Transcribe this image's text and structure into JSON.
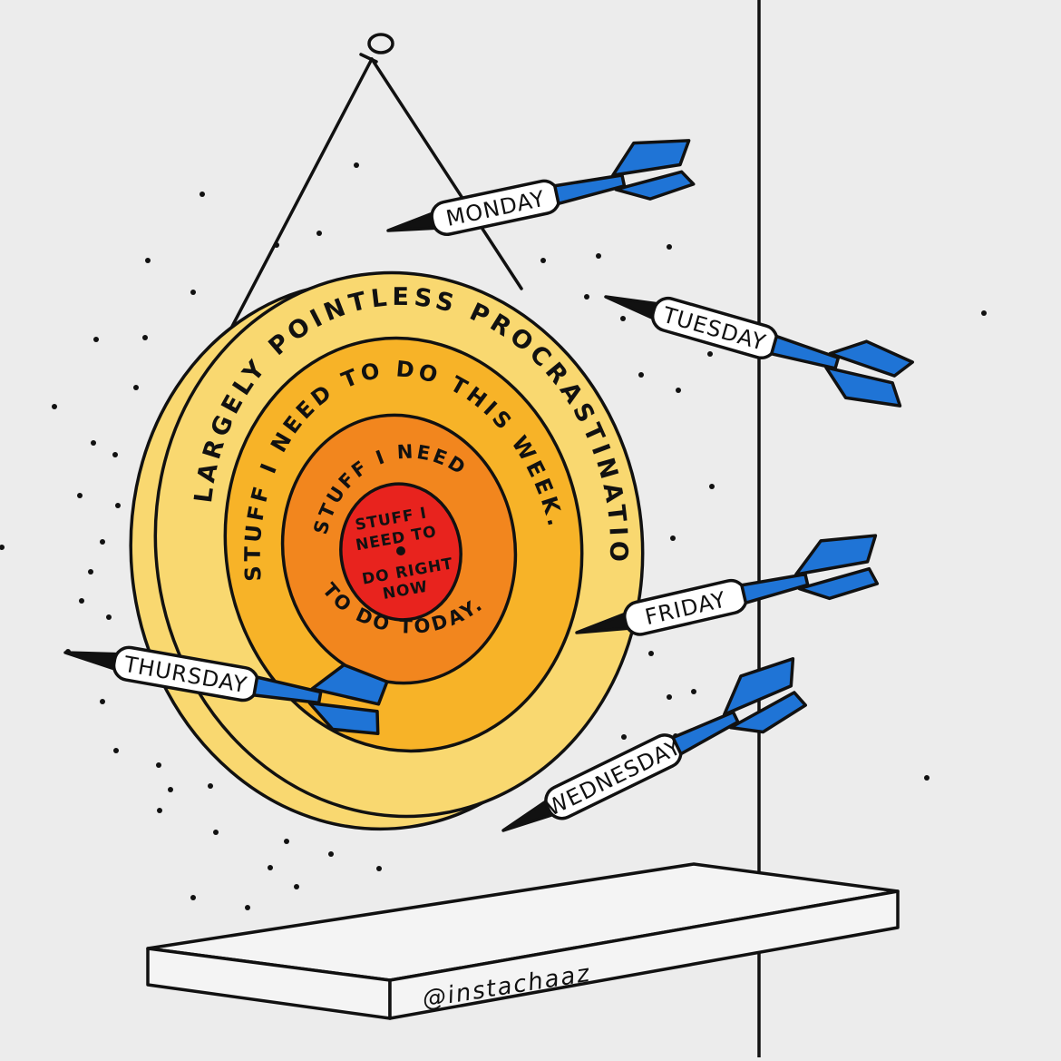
{
  "target": {
    "outer_ring": "LARGELY POINTLESS PROCRASTINATION.",
    "week_ring": "STUFF I NEED TO DO THIS WEEK.",
    "today_ring_top": "STUFF I NEED",
    "today_ring_bottom": "TO DO TODAY.",
    "bullseye_lines": [
      "STUFF I",
      "NEED TO",
      "DO RIGHT",
      "NOW"
    ]
  },
  "darts": {
    "monday": "MONDAY",
    "tuesday": "TUESDAY",
    "wednesday": "WEDNESDAY",
    "thursday": "THURSDAY",
    "friday": "FRIDAY"
  },
  "credit": "@instachaaz",
  "colors": {
    "background": "#ececec",
    "outer_ring": "#f9d870",
    "week_ring": "#f7b328",
    "today_ring": "#f2861e",
    "bullseye": "#e8231e",
    "flight": "#1f74d6",
    "ink": "#111111"
  }
}
